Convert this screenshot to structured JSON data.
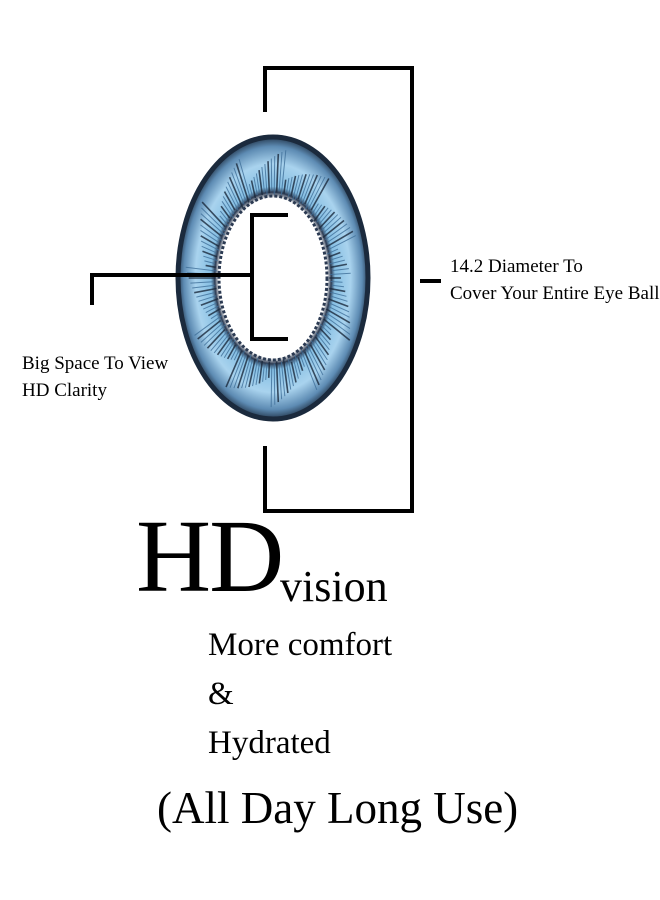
{
  "labels": {
    "diameter_line1": "14.2 Diameter To",
    "diameter_line2": "Cover Your Entire Eye Ball",
    "space_line1": "Big Space To View",
    "space_line2": "HD Clarity"
  },
  "headline": {
    "hd": "HD",
    "vision": "vision"
  },
  "features": {
    "line1": "More comfort",
    "line2": "&",
    "line3": "Hydrated"
  },
  "tagline": "(All Day Long Use)",
  "colors": {
    "iris_light": "#a9d3ee",
    "iris_dark": "#1b2a3d",
    "ink": "#000000"
  }
}
